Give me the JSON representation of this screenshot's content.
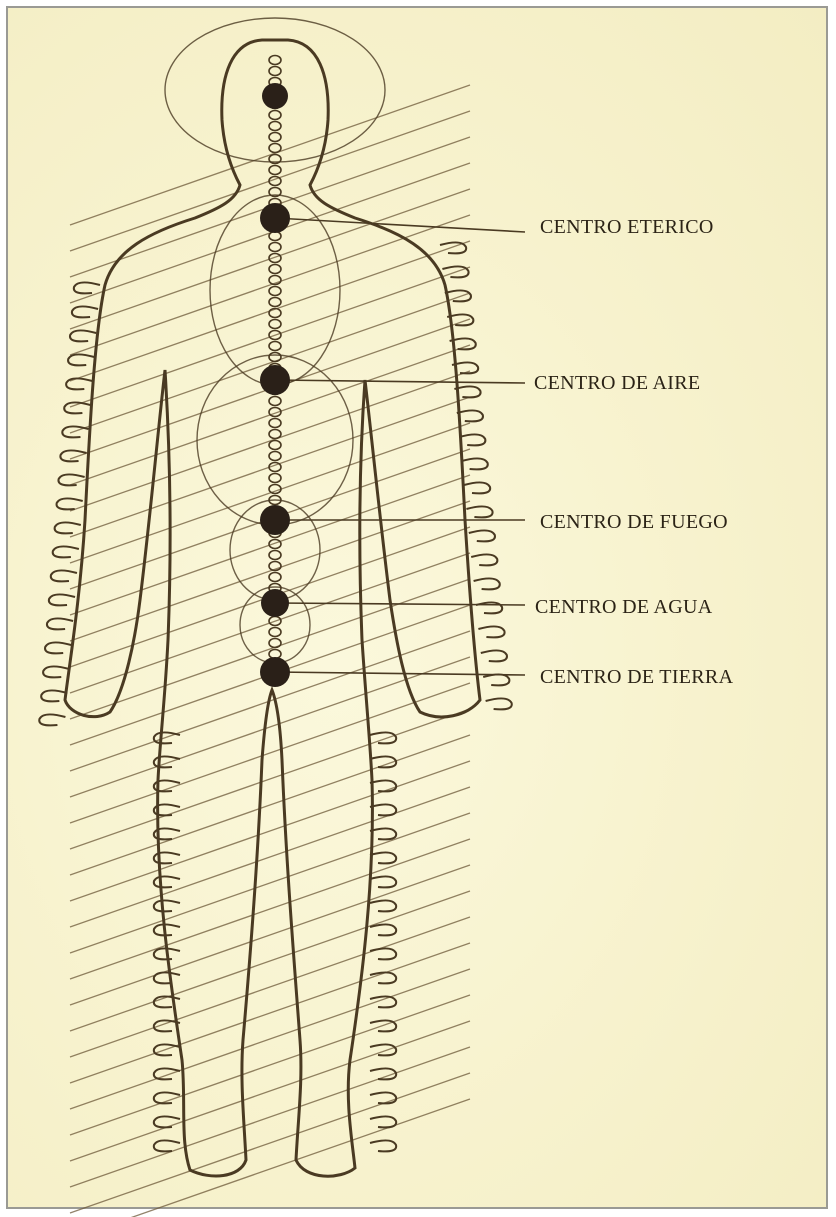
{
  "labels": [
    {
      "id": "etherico",
      "text": "CENTRO ETERICO"
    },
    {
      "id": "aire",
      "text": "CENTRO DE AIRE"
    },
    {
      "id": "fuego",
      "text": "CENTRO DE FUEGO"
    },
    {
      "id": "agua",
      "text": "CENTRO DE AGUA"
    },
    {
      "id": "tierra",
      "text": "CENTRO DE TIERRA"
    }
  ],
  "colors": {
    "background": "#f7f2cd",
    "outline": "#4a3a22",
    "hatch": "#6e5a3a",
    "center_dot": "#2a2018",
    "text": "#2b2316"
  }
}
